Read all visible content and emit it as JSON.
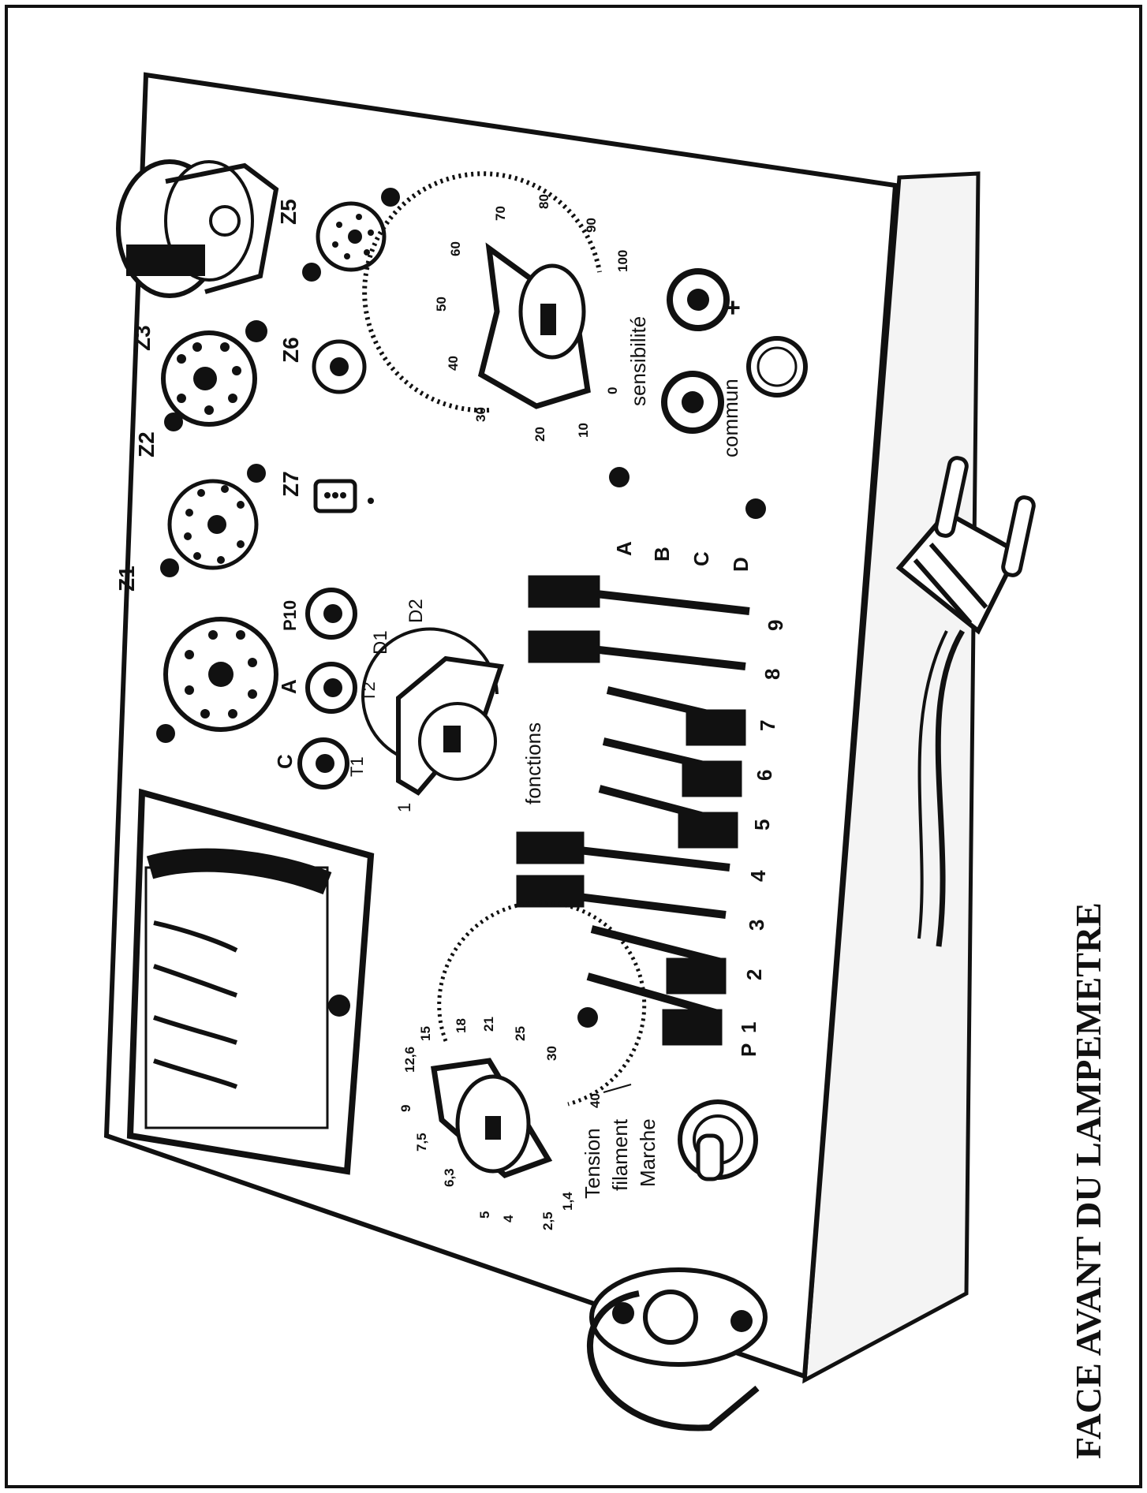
{
  "caption": "FACE AVANT DU LAMPEMETRE",
  "sockets": [
    "Z1",
    "Z2",
    "Z3",
    "Z5",
    "Z6",
    "Z7"
  ],
  "jacks": [
    "C",
    "A",
    "P10"
  ],
  "selector_labels": [
    "1",
    "T1",
    "T2",
    "D1",
    "D2"
  ],
  "sensibilite": {
    "label": "sensibilité",
    "scale": [
      "0",
      "10",
      "20",
      "30",
      "40",
      "50",
      "60",
      "70",
      "80",
      "90",
      "100"
    ]
  },
  "terminals": {
    "commun": "commun",
    "plus": "+"
  },
  "fonctions": {
    "label": "fonctions",
    "numbers": [
      "P",
      "1",
      "2",
      "3",
      "4",
      "5",
      "6",
      "7",
      "8",
      "9"
    ],
    "rows": [
      "A",
      "B",
      "C",
      "D"
    ]
  },
  "tension": {
    "label": "Tension",
    "sublabel": "filament",
    "scale": [
      "1,4",
      "2,5",
      "4",
      "5",
      "6,3",
      "7,5",
      "9",
      "12,6",
      "15",
      "18",
      "21",
      "25",
      "30",
      "40"
    ]
  },
  "marche": "Marche"
}
